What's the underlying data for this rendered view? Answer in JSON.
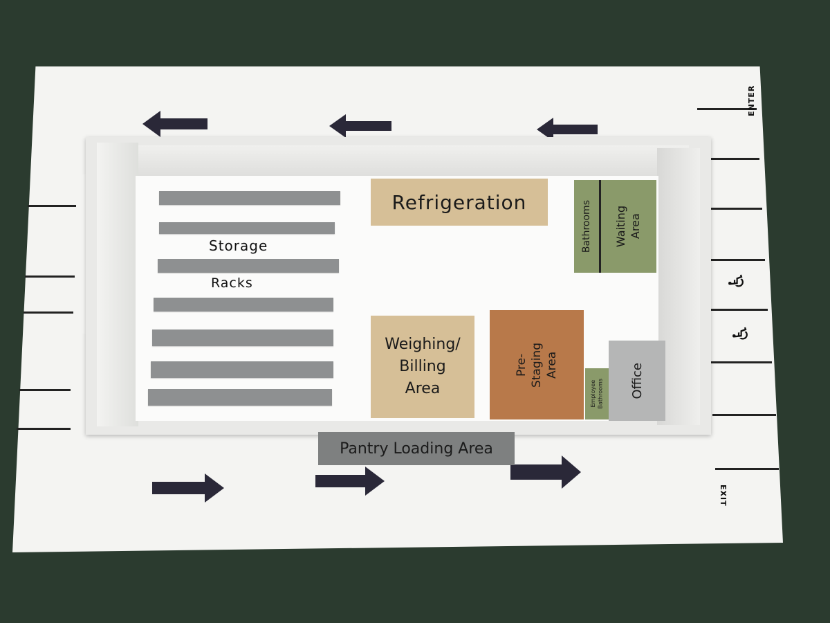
{
  "labels": {
    "refrigeration": "Refrigeration",
    "storage": "Storage",
    "racks": "Racks",
    "weighing_billing": "Weighing/\nBilling\nArea",
    "pre_staging": "Pre-\nStaging\nArea",
    "employee_bathrooms": "Employee\nBathrooms",
    "office": "Office",
    "bathrooms": "Bathrooms",
    "waiting_area": "Waiting\nArea",
    "pantry_loading": "Pantry Loading Area",
    "enter": "ENTER",
    "exit": "EXIT",
    "accessible_symbol": "♿"
  },
  "colors": {
    "refrigeration": "#d6bf97",
    "weighing": "#d6bf97",
    "pre_staging": "#b8794a",
    "green_rooms": "#8a9a6a",
    "office": "#b5b6b6",
    "loading": "#7e8080",
    "arrow": "#2a2838",
    "red_marker": "#e0302a"
  },
  "icons": {
    "arrows_top": [
      "arrow-left-icon",
      "arrow-left-icon",
      "arrow-left-icon"
    ],
    "arrows_bottom": [
      "arrow-right-icon",
      "arrow-right-icon",
      "arrow-right-icon"
    ]
  }
}
